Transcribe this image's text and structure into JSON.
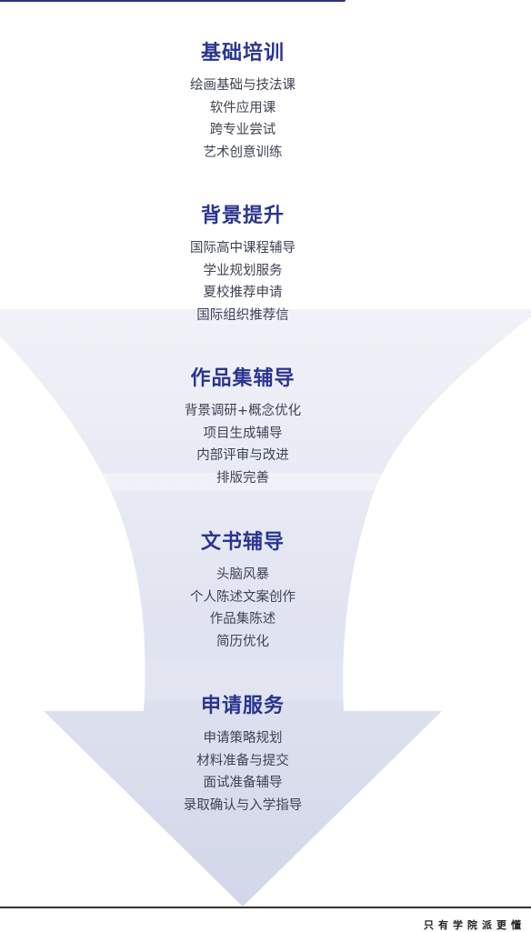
{
  "sections": [
    {
      "title": "基础培训",
      "items": [
        "绘画基础与技法课",
        "软件应用课",
        "跨专业尝试",
        "艺术创意训练"
      ]
    },
    {
      "title": "背景提升",
      "items": [
        "国际高中课程辅导",
        "学业规划服务",
        "夏校推荐申请",
        "国际组织推荐信"
      ]
    },
    {
      "title": "作品集辅导",
      "items": [
        "背景调研+概念优化",
        "项目生成辅导",
        "内部评审与改进",
        "排版完善"
      ]
    },
    {
      "title": "文书辅导",
      "items": [
        "头脑风暴",
        "个人陈述文案创作",
        "作品集陈述",
        "简历优化"
      ]
    },
    {
      "title": "申请服务",
      "items": [
        "申请策略规划",
        "材料准备与提交",
        "面试准备辅导",
        "录取确认与入学指导"
      ]
    }
  ],
  "footer": {
    "slogan": "只有学院派更懂"
  },
  "colors": {
    "title": "#2a3590",
    "funnel_light": "#eef0f6",
    "funnel_mid": "#e1e4f0",
    "funnel_dark": "#d3d8ea"
  }
}
